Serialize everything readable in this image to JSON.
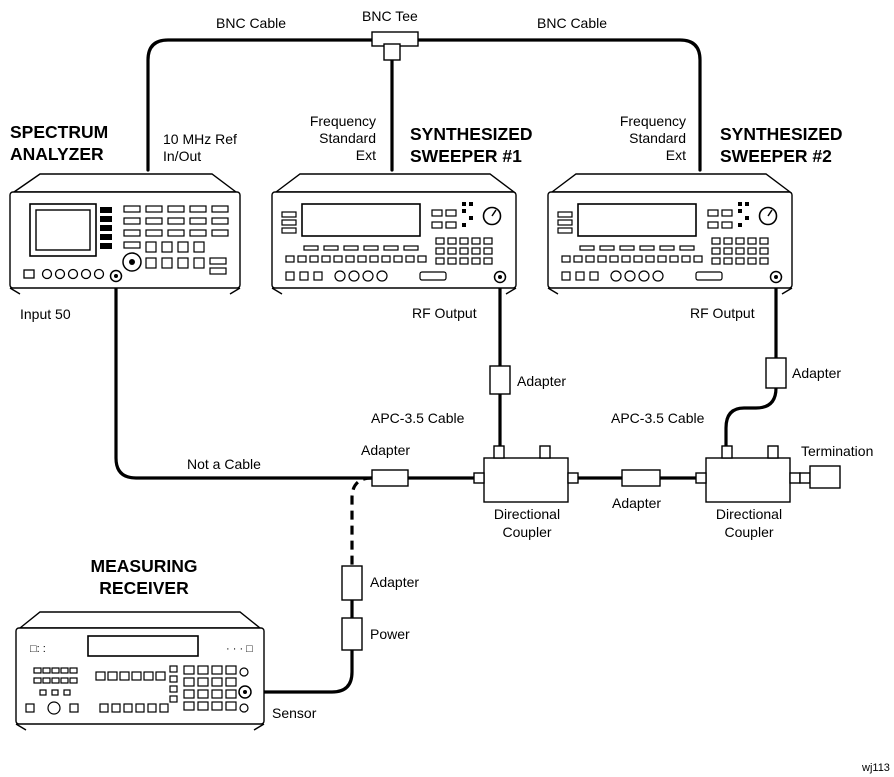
{
  "instruments": {
    "spectrum_analyzer": [
      "SPECTRUM",
      "ANALYZER"
    ],
    "sweeper1": [
      "SYNTHESIZED",
      "SWEEPER #1"
    ],
    "sweeper2": [
      "SYNTHESIZED",
      "SWEEPER #2"
    ],
    "measuring_receiver": [
      "MEASURING",
      "RECEIVER"
    ]
  },
  "labels": {
    "bnc_cable_left": "BNC Cable",
    "bnc_tee": "BNC Tee",
    "bnc_cable_right": "BNC Cable",
    "ref_in_out": [
      "10 MHz Ref",
      "In/Out"
    ],
    "freq_std_1": [
      "Frequency",
      "Standard",
      "Ext"
    ],
    "freq_std_2": [
      "Frequency",
      "Standard",
      "Ext"
    ],
    "input_50": "Input 50",
    "rf_output_1": "RF Output",
    "rf_output_2": "RF Output",
    "adapter_1": "Adapter",
    "adapter_2": "Adapter",
    "apc_cable_1": "APC-3.5 Cable",
    "apc_cable_2": "APC-3.5 Cable",
    "not_a_cable": "Not a Cable",
    "adapter_main": "Adapter",
    "adapter_mid": "Adapter",
    "termination": "Termination",
    "coupler_1": [
      "Directional",
      "Coupler"
    ],
    "coupler_2": [
      "Directional",
      "Coupler"
    ],
    "adapter_sensor": "Adapter",
    "power": "Power",
    "sensor": "Sensor",
    "figure_id": "wj113"
  }
}
